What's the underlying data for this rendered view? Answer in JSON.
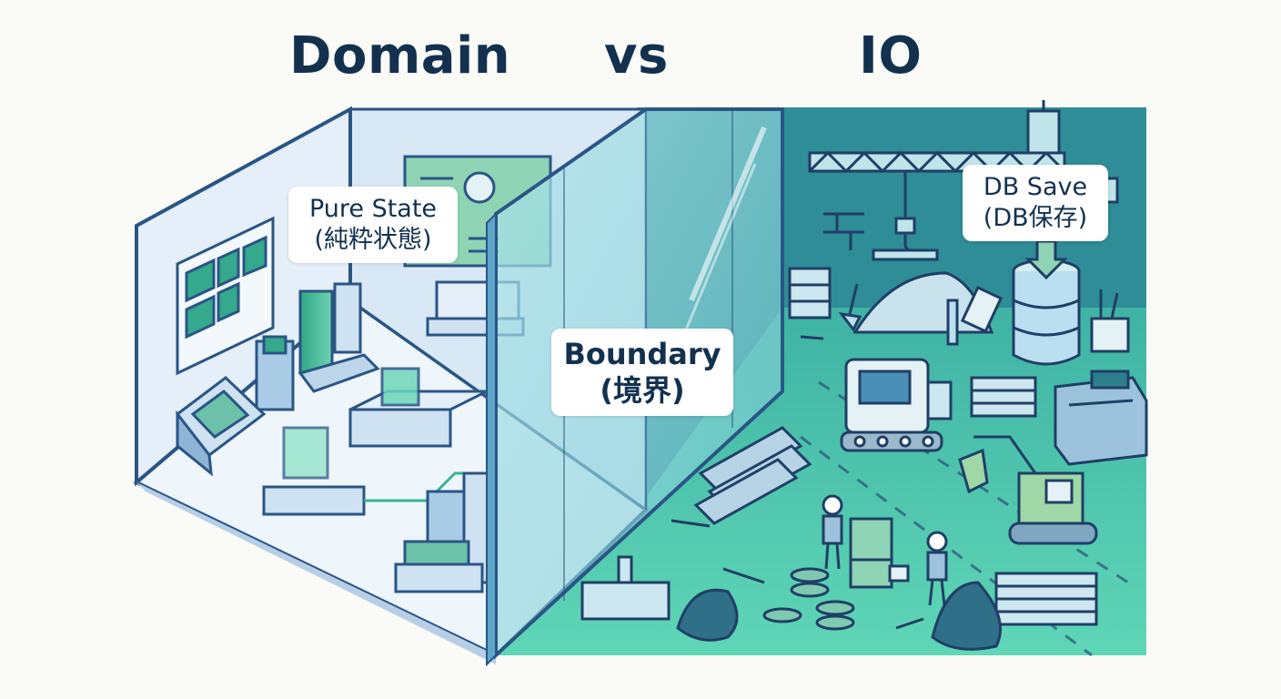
{
  "header": {
    "left": "Domain",
    "middle": "vs",
    "right": "IO"
  },
  "labels": {
    "pure_state": {
      "line1": "Pure State",
      "line2": "(純粋状態)"
    },
    "boundary": {
      "line1": "Boundary",
      "line2": "(境界)"
    },
    "db_save": {
      "line1": "DB Save",
      "line2": "(DB保存)"
    }
  },
  "colors": {
    "title": "#13314f",
    "domain_wall": "#dbe9f6",
    "domain_floor": "#eef5fb",
    "glass": "#7fc8d8",
    "io_bg": "#2f9f9a",
    "io_ground": "#4fc9ac",
    "outline": "#2a4a75",
    "accent_green": "#36b58c"
  },
  "icons": {
    "domain_room": "isometric-clean-room",
    "glass_boundary": "glass-panel",
    "crane": "crane-icon",
    "database": "database-icon",
    "excavator": "excavator-icon",
    "workers": "worker-icon"
  }
}
